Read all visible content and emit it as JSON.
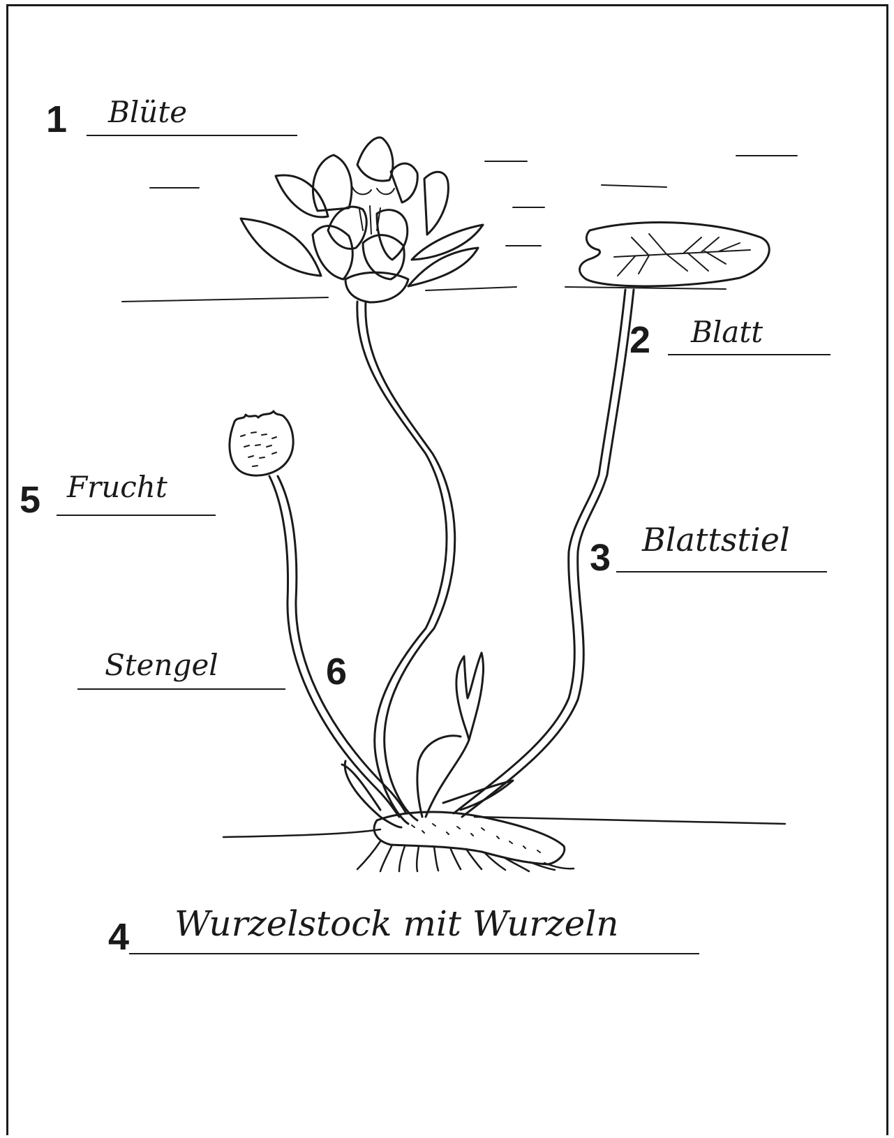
{
  "labels": [
    {
      "number": "1",
      "text": "Blüte"
    },
    {
      "number": "2",
      "text": "Blatt"
    },
    {
      "number": "3",
      "text": "Blattstiel"
    },
    {
      "number": "4",
      "text": "Wurzelstock mit Wurzeln"
    },
    {
      "number": "5",
      "text": "Frucht"
    },
    {
      "number": "6",
      "text": "Stengel"
    }
  ],
  "colors": {
    "ink": "#1a1a1a",
    "paper": "#ffffff"
  }
}
